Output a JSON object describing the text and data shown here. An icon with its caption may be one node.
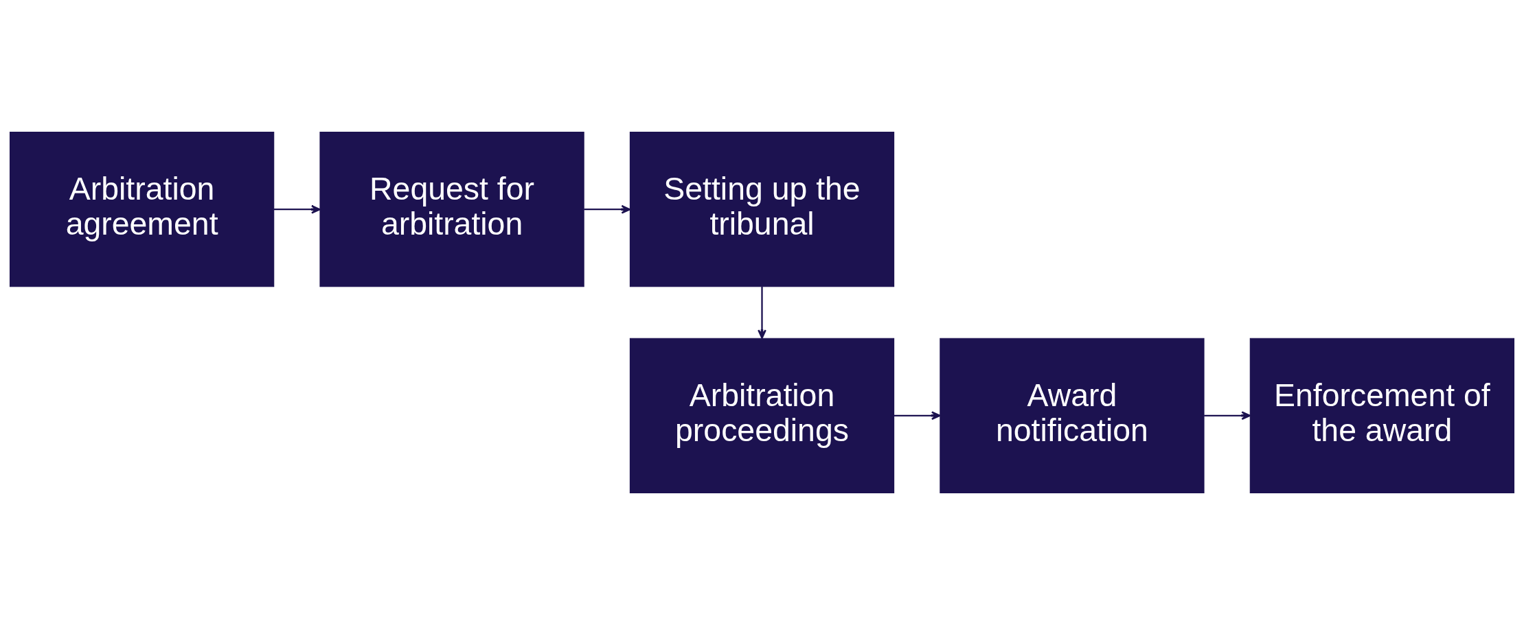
{
  "diagram": {
    "nodes": [
      {
        "text": [
          "Arbitration agreement"
        ]
      },
      {
        "text": [
          "Request for arbitration"
        ]
      },
      {
        "text": [
          "Setting up the tribunal"
        ]
      },
      {
        "text": [
          "Arbitration proceedings"
        ]
      },
      {
        "text": [
          "Award notification"
        ]
      },
      {
        "text": [
          "Enforcement of the award"
        ]
      }
    ],
    "edges": [
      {
        "from": 0,
        "to": 1,
        "arrow": "to"
      },
      {
        "from": 1,
        "to": 2,
        "arrow": "to"
      },
      {
        "from": 2,
        "to": 3,
        "arrow": "to"
      },
      {
        "from": 3,
        "to": 4,
        "arrow": "to"
      },
      {
        "from": 4,
        "to": 5,
        "arrow": "to"
      }
    ]
  }
}
